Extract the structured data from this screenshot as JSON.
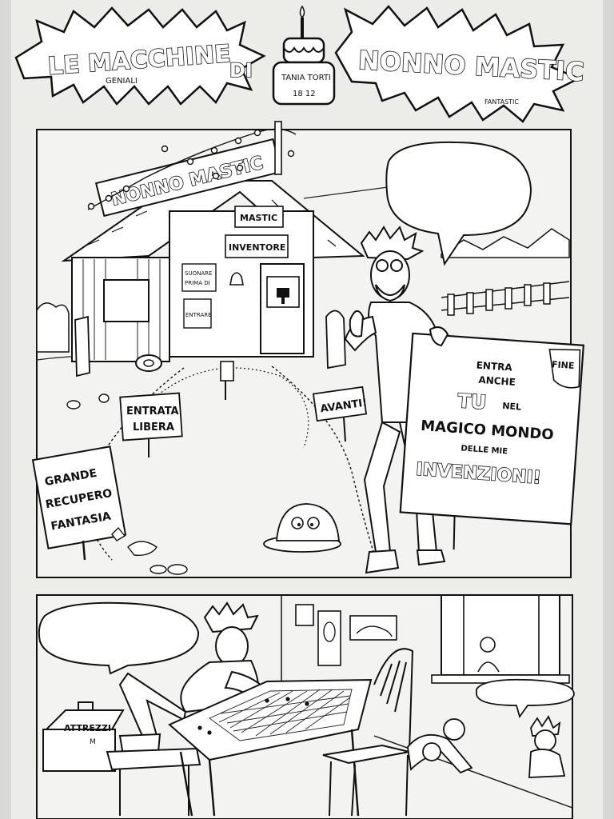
{
  "header": {
    "title_left": "LE MACCHINE",
    "subtitle_left": "GENIALI",
    "title_mid": "DI",
    "cake_line1": "TANIA TORTI",
    "cake_line2": "18 12",
    "title_right": "NONNO MASTIC",
    "subtitle_right": "FANTASTIC"
  },
  "panel1": {
    "roof_sign": "NONNO MASTIC",
    "shop_sign_1": "MASTIC",
    "shop_sign_2": "INVENTORE",
    "door_sign_1": "SUONARE",
    "door_sign_2": "PRIMA DI",
    "door_sign_3": "ENTRARE",
    "sign_entrata_1": "ENTRATA",
    "sign_entrata_2": "LIBERA",
    "sign_avanti": "AVANTI!",
    "sign_recupero_1": "GRANDE",
    "sign_recupero_2": "RECUPERO",
    "sign_recupero_3": "FANTASIA",
    "poster_line1": "ENTRA",
    "poster_line2": "ANCHE",
    "poster_line3": "TU",
    "poster_line4": "NEL",
    "poster_line5": "MAGICO MONDO",
    "poster_line6": "DELLE MIE",
    "poster_line7": "INVENZIONI!",
    "poster_corner": "FINE"
  },
  "panel2": {
    "toolbox_1": "ATTREZZI",
    "toolbox_2": "M"
  }
}
